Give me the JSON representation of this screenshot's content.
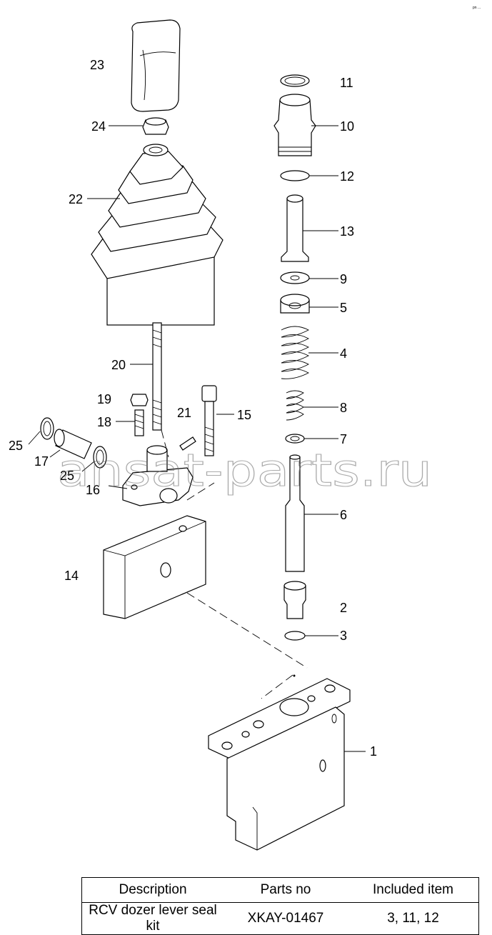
{
  "diagram": {
    "callouts": [
      "1",
      "2",
      "3",
      "4",
      "5",
      "6",
      "7",
      "8",
      "9",
      "10",
      "11",
      "12",
      "13",
      "14",
      "15",
      "16",
      "17",
      "18",
      "19",
      "20",
      "21",
      "22",
      "23",
      "24",
      "25",
      "25"
    ],
    "watermark": "ansat-parts.ru",
    "corner_mark": "pn ..."
  },
  "table": {
    "headers": {
      "description": "Description",
      "parts_no": "Parts no",
      "included_item": "Included item"
    },
    "rows": [
      {
        "description": "RCV dozer lever seal kit",
        "parts_no": "XKAY-01467",
        "included_item": "3, 11, 12"
      }
    ]
  }
}
